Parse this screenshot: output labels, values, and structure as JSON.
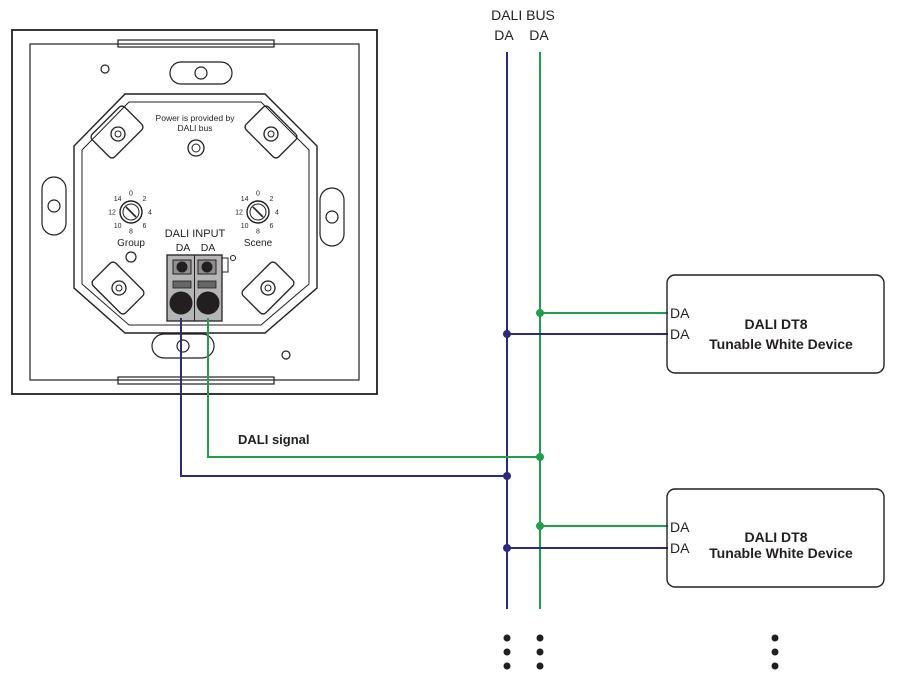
{
  "bus": {
    "title": "DALI BUS",
    "left_label": "DA",
    "right_label": "DA"
  },
  "panel": {
    "power_note_line1": "Power is provided by",
    "power_note_line2": "DALI bus",
    "input_title": "DALI INPUT",
    "input_left": "DA",
    "input_right": "DA",
    "group_label": "Group",
    "scene_label": "Scene",
    "dial_numbers": [
      "0",
      "2",
      "4",
      "6",
      "8",
      "10",
      "12",
      "14"
    ]
  },
  "signal_label": "DALI signal",
  "devices": [
    {
      "pin_top": "DA",
      "pin_bottom": "DA",
      "title": "DALI DT8",
      "subtitle": "Tunable White Device"
    },
    {
      "pin_top": "DA",
      "pin_bottom": "DA",
      "title": "DALI DT8",
      "subtitle": "Tunable White Device"
    }
  ],
  "colors": {
    "line_blue": "#2b2a7c",
    "line_green": "#1fa04a",
    "outline": "#231f20",
    "terminal_grey": "#b5b5b5"
  }
}
